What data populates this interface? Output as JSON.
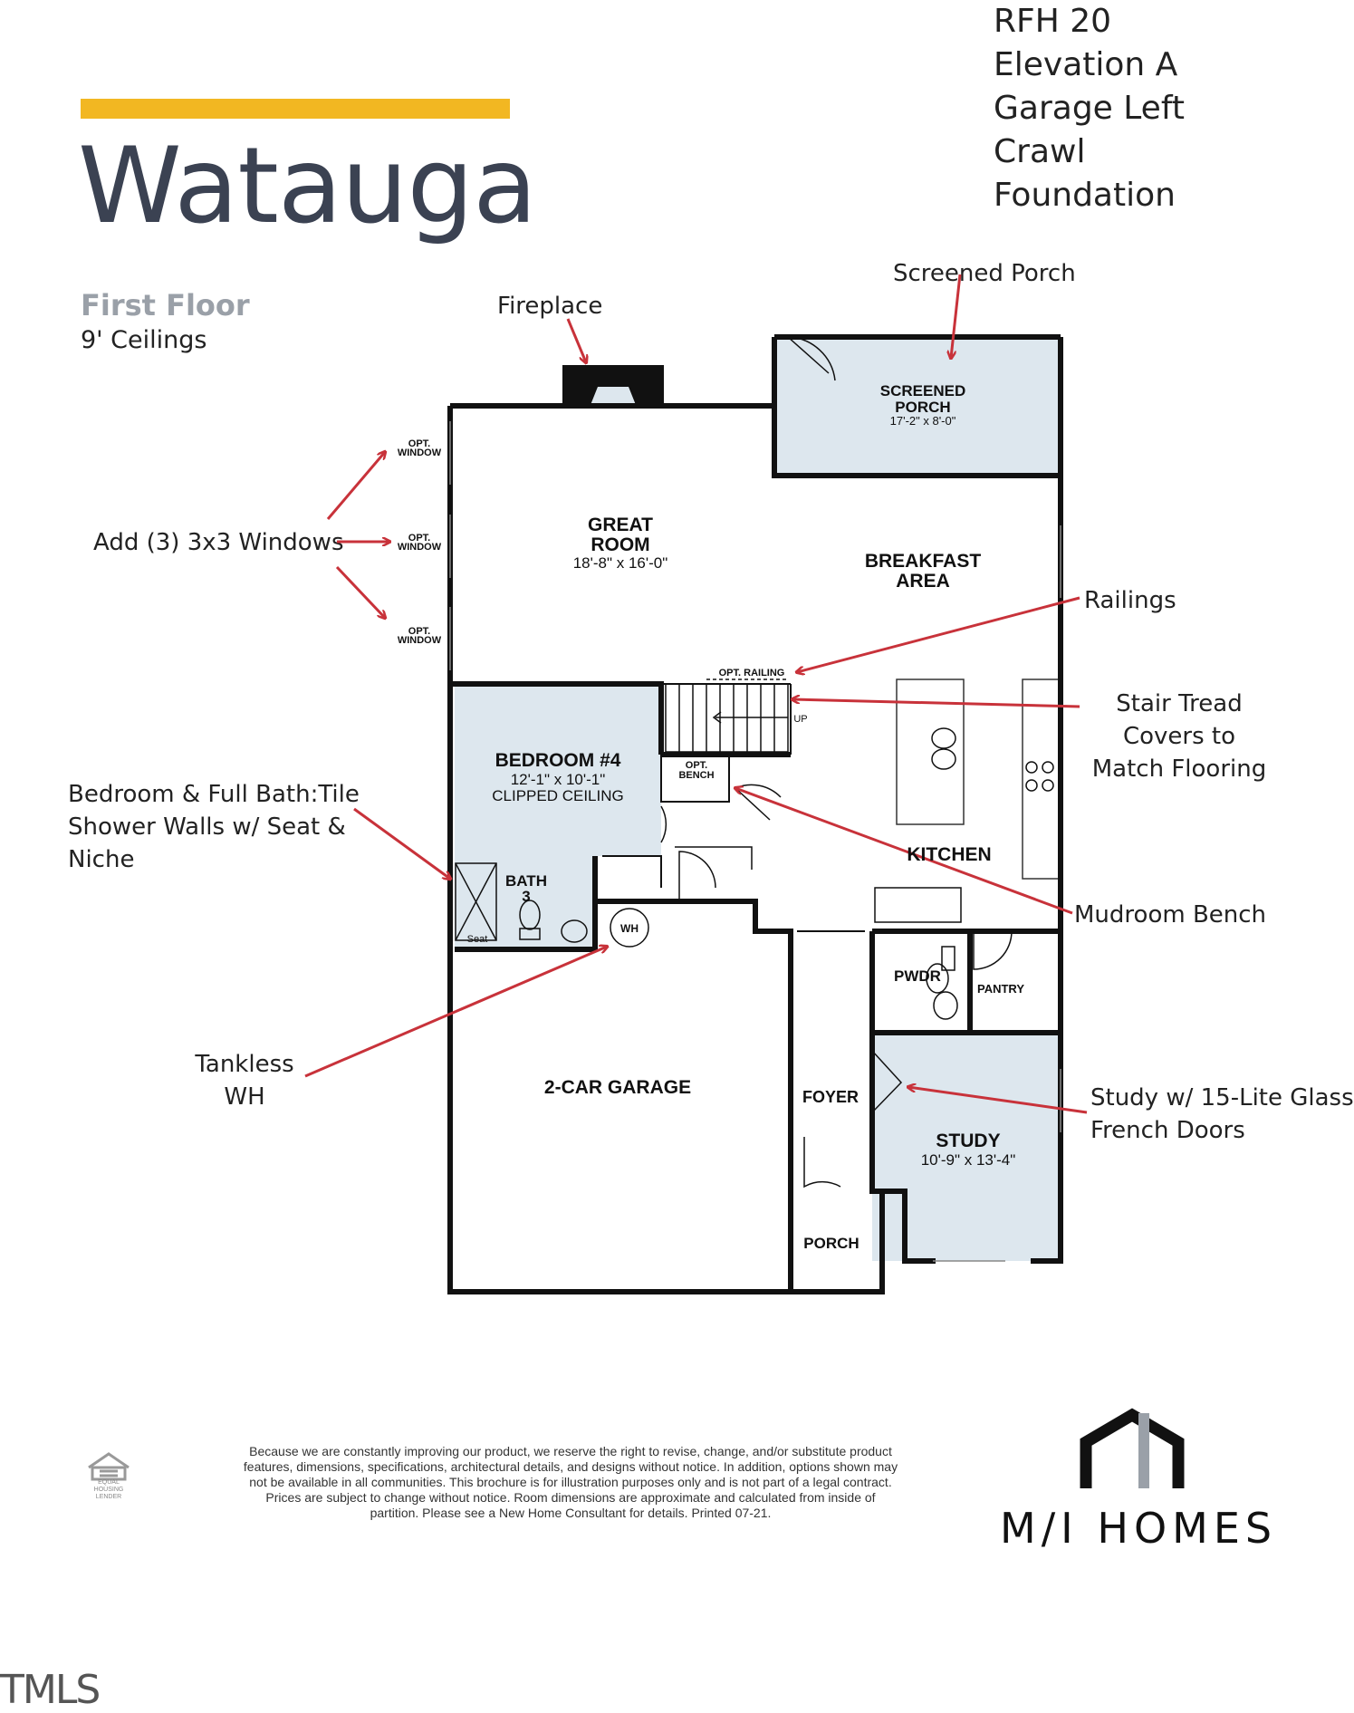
{
  "header": {
    "title": "Watauga",
    "floor": "First Floor",
    "ceilings": "9' Ceilings",
    "plan_info": [
      "RFH 20",
      "Elevation A",
      "Garage Left",
      "Crawl",
      "Foundation"
    ]
  },
  "annotations": {
    "screened_porch": "Screened Porch",
    "fireplace": "Fireplace",
    "windows": "Add (3) 3x3 Windows",
    "railings": "Railings",
    "stair_tread": [
      "Stair Tread",
      "Covers to",
      "Match Flooring"
    ],
    "bedroom_bath": [
      "Bedroom & Full Bath:Tile",
      "Shower Walls w/ Seat &",
      "Niche"
    ],
    "mudroom_bench": "Mudroom Bench",
    "tankless": [
      "Tankless",
      "WH"
    ],
    "study_doors": [
      "Study w/ 15-Lite Glass",
      "French Doors"
    ]
  },
  "rooms": {
    "screened_porch": {
      "name": [
        "SCREENED",
        "PORCH"
      ],
      "dim": "17'-2\" x 8'-0\""
    },
    "great_room": {
      "name": [
        "GREAT",
        "ROOM"
      ],
      "dim": "18'-8\" x 16'-0\""
    },
    "breakfast": {
      "name": [
        "BREAKFAST",
        "AREA"
      ]
    },
    "bedroom4": {
      "name": "BEDROOM #4",
      "dim": "12'-1\" x 10'-1\"",
      "note": "CLIPPED CEILING"
    },
    "bath3": {
      "name": [
        "BATH",
        "3"
      ],
      "seat": "Seat"
    },
    "kitchen": {
      "name": "KITCHEN"
    },
    "pwdr": {
      "name": "PWDR"
    },
    "pantry": {
      "name": "PANTRY"
    },
    "garage": {
      "name": "2-CAR GARAGE"
    },
    "foyer": {
      "name": "FOYER"
    },
    "study": {
      "name": "STUDY",
      "dim": "10'-9\" x 13'-4\""
    },
    "porch": {
      "name": "PORCH"
    },
    "opt_window": [
      "OPT.",
      "WINDOW"
    ],
    "opt_railing": "OPT. RAILING",
    "up": "UP",
    "opt_bench": [
      "OPT.",
      "BENCH"
    ],
    "wh": "WH"
  },
  "footer": {
    "disclaimer": [
      "Because we are constantly improving our product, we reserve the right to revise, change, and/or substitute product",
      "features, dimensions, specifications, architectural details, and designs without notice. In addition, options shown may",
      "not be available in all communities. This brochure is for illustration purposes only and is not part of a legal contract.",
      "Prices are subject to change without notice. Room dimensions are approximate and calculated from inside of",
      "partition. Please see a New Home Consultant for details. Printed 07-21."
    ],
    "equal_housing": [
      "EQUAL HOUSING",
      "LENDER"
    ],
    "brand": "M/I HOMES",
    "mls": "TMLS"
  },
  "colors": {
    "accent": "#f2b722",
    "title": "#3b4252",
    "room_fill": "#dde7ee",
    "arrow": "#c8323a",
    "wall": "#111111"
  }
}
